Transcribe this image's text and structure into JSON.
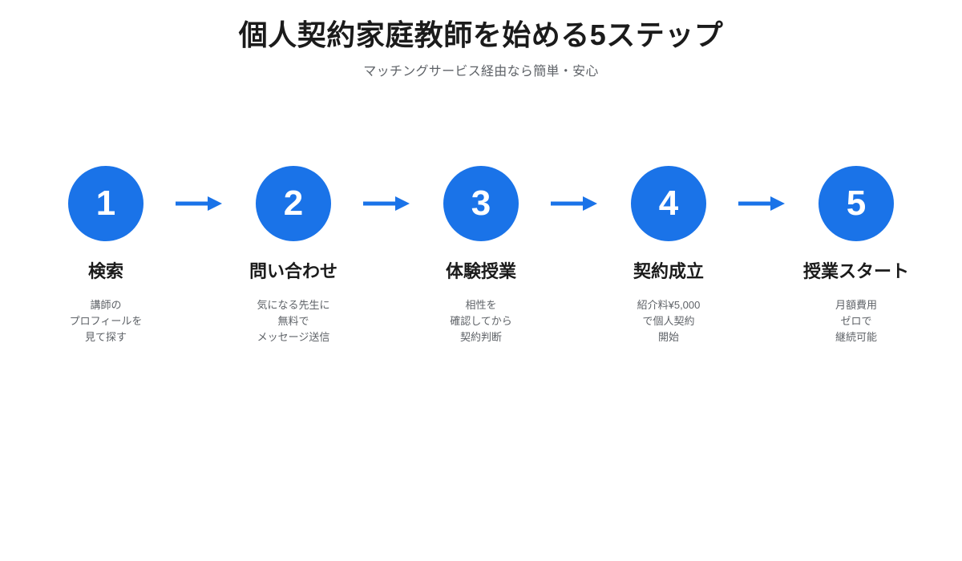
{
  "header": {
    "title": "個人契約家庭教師を始める5ステップ",
    "subtitle": "マッチングサービス経由なら簡単・安心"
  },
  "theme": {
    "accent": "#1a73e8",
    "title_color": "#1b1b1b",
    "muted_color": "#5f6368",
    "background": "#ffffff"
  },
  "steps": [
    {
      "number": "1",
      "label": "検索",
      "desc_lines": [
        "講師の",
        "プロフィールを",
        "見て探す"
      ]
    },
    {
      "number": "2",
      "label": "問い合わせ",
      "desc_lines": [
        "気になる先生に",
        "無料で",
        "メッセージ送信"
      ]
    },
    {
      "number": "3",
      "label": "体験授業",
      "desc_lines": [
        "相性を",
        "確認してから",
        "契約判断"
      ]
    },
    {
      "number": "4",
      "label": "契約成立",
      "desc_lines": [
        "紹介料¥5,000",
        "で個人契約",
        "開始"
      ]
    },
    {
      "number": "5",
      "label": "授業スタート",
      "desc_lines": [
        "月額費用",
        "ゼロで",
        "継続可能"
      ]
    }
  ],
  "connectors": [
    {
      "icon": "arrow-right-icon"
    },
    {
      "icon": "arrow-right-icon"
    },
    {
      "icon": "arrow-right-icon"
    },
    {
      "icon": "arrow-right-icon"
    }
  ]
}
